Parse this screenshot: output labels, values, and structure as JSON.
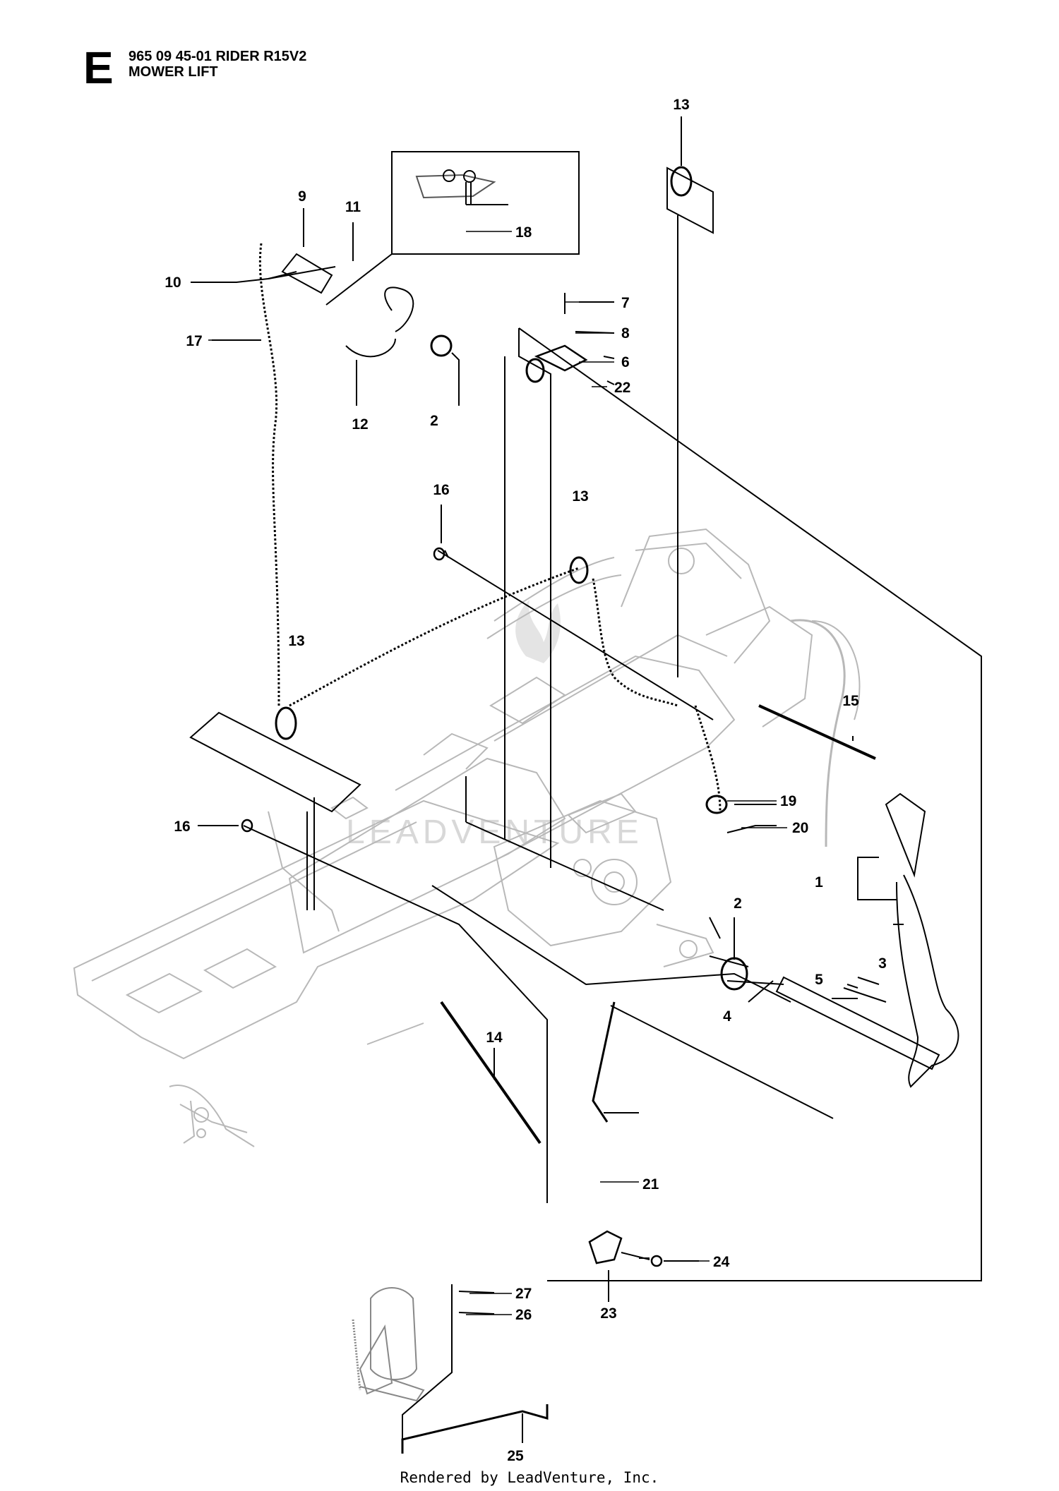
{
  "header": {
    "section_letter": "E",
    "model_line": "965 09 45-01 RIDER R15V2",
    "section_title": "MOWER LIFT"
  },
  "watermark": "LEADVENTURE",
  "footer": {
    "rendered_by": "Rendered by LeadVenture, Inc."
  },
  "callouts": [
    {
      "id": "c13a",
      "label": "13"
    },
    {
      "id": "c18",
      "label": "18"
    },
    {
      "id": "c9",
      "label": "9"
    },
    {
      "id": "c11",
      "label": "11"
    },
    {
      "id": "c10",
      "label": "10"
    },
    {
      "id": "c7",
      "label": "7"
    },
    {
      "id": "c8",
      "label": "8"
    },
    {
      "id": "c6",
      "label": "6"
    },
    {
      "id": "c22",
      "label": "22"
    },
    {
      "id": "c17",
      "label": "17"
    },
    {
      "id": "c12",
      "label": "12"
    },
    {
      "id": "c2a",
      "label": "2"
    },
    {
      "id": "c16a",
      "label": "16"
    },
    {
      "id": "c13b",
      "label": "13"
    },
    {
      "id": "c13c",
      "label": "13"
    },
    {
      "id": "c15",
      "label": "15"
    },
    {
      "id": "c19",
      "label": "19"
    },
    {
      "id": "c20",
      "label": "20"
    },
    {
      "id": "c16b",
      "label": "16"
    },
    {
      "id": "c1",
      "label": "1"
    },
    {
      "id": "c2b",
      "label": "2"
    },
    {
      "id": "c3",
      "label": "3"
    },
    {
      "id": "c5",
      "label": "5"
    },
    {
      "id": "c4",
      "label": "4"
    },
    {
      "id": "c14",
      "label": "14"
    },
    {
      "id": "c21",
      "label": "21"
    },
    {
      "id": "c24",
      "label": "24"
    },
    {
      "id": "c23",
      "label": "23"
    },
    {
      "id": "c27",
      "label": "27"
    },
    {
      "id": "c26",
      "label": "26"
    },
    {
      "id": "c25",
      "label": "25"
    }
  ]
}
